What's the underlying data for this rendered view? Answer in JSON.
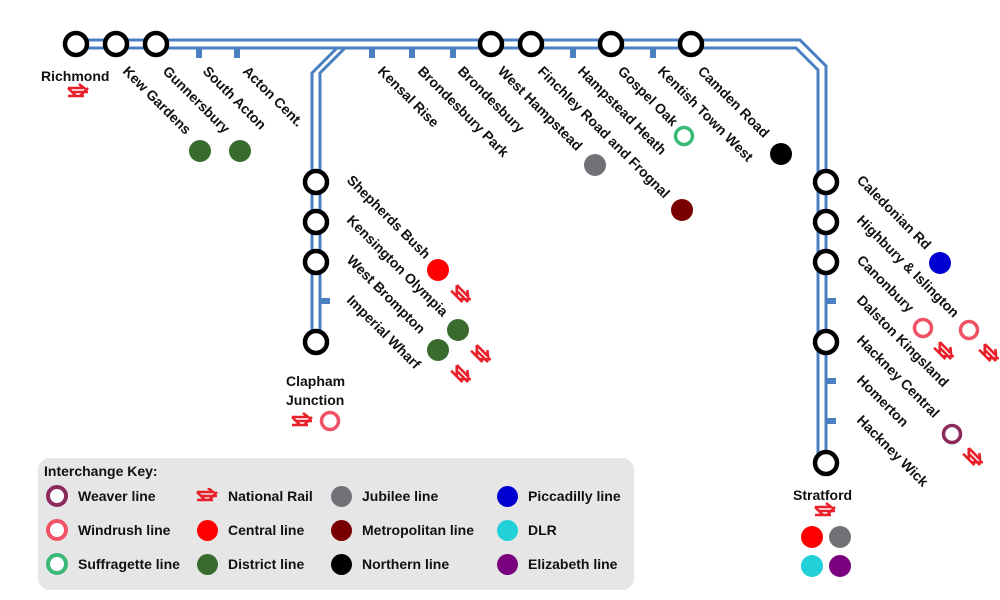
{
  "title": "London Overground Mildmay line interchange map",
  "colors": {
    "line": "#4a7fc1",
    "station_ring": "#000000",
    "national_rail": "#e8202a",
    "weaver": "#8b2a5a",
    "windrush": "#ee5264",
    "suffragette": "#3cb878",
    "central": "#ff0000",
    "district": "#3a6b2e",
    "jubilee": "#717177",
    "metropolitan": "#7a0000",
    "northern": "#000000",
    "piccadilly": "#0000d0",
    "dlr": "#22d0d8",
    "elizabeth": "#7a0080",
    "key_bg": "#e6e6e6"
  },
  "stations": {
    "richmond": "Richmond",
    "kew_gardens": "Kew Gardens",
    "gunnersbury": "Gunnersbury",
    "south_acton": "South Acton",
    "acton_central": "Acton Cent.",
    "kensal_rise": "Kensal Rise",
    "brondesbury_park": "Brondesbury Park",
    "brondesbury": "Brondesbury",
    "west_hampstead": "West Hampstead",
    "finchley_road": "Finchley Road and Frognal",
    "hampstead_heath": "Hampstead Heath",
    "gospel_oak": "Gospel Oak",
    "kentish_town_west": "Kentish Town West",
    "camden_road": "Camden Road",
    "shepherds_bush": "Shepherds Bush",
    "kensington_olympia": "Kensington Olympia",
    "west_brompton": "West Brompton",
    "imperial_wharf": "Imperial Wharf",
    "clapham_junction_1": "Clapham",
    "clapham_junction_2": "Junction",
    "caledonian_rd": "Caledonian Rd",
    "highbury": "Highbury & Islington",
    "canonbury": "Canonbury",
    "dalston_kingsland": "Dalston Kingsland",
    "hackney_central": "Hackney Central",
    "homerton": "Homerton",
    "hackney_wick": "Hackney Wick",
    "stratford": "Stratford"
  },
  "key": {
    "title": "Interchange Key:",
    "items": [
      {
        "label": "Weaver line",
        "icon": "ring",
        "color": "#8b2a5a"
      },
      {
        "label": "Windrush line",
        "icon": "ring",
        "color": "#ee5264"
      },
      {
        "label": "Suffragette line",
        "icon": "ring",
        "color": "#3cb878"
      },
      {
        "label": "National Rail",
        "icon": "national-rail",
        "color": "#e8202a"
      },
      {
        "label": "Central line",
        "icon": "dot",
        "color": "#ff0000"
      },
      {
        "label": "District line",
        "icon": "dot",
        "color": "#3a6b2e"
      },
      {
        "label": "Jubilee line",
        "icon": "dot",
        "color": "#717177"
      },
      {
        "label": "Metropolitan line",
        "icon": "dot",
        "color": "#7a0000"
      },
      {
        "label": "Northern line",
        "icon": "dot",
        "color": "#000000"
      },
      {
        "label": "Piccadilly line",
        "icon": "dot",
        "color": "#0000d0"
      },
      {
        "label": "DLR",
        "icon": "dot",
        "color": "#22d0d8"
      },
      {
        "label": "Elizabeth line",
        "icon": "dot",
        "color": "#7a0080"
      }
    ]
  }
}
